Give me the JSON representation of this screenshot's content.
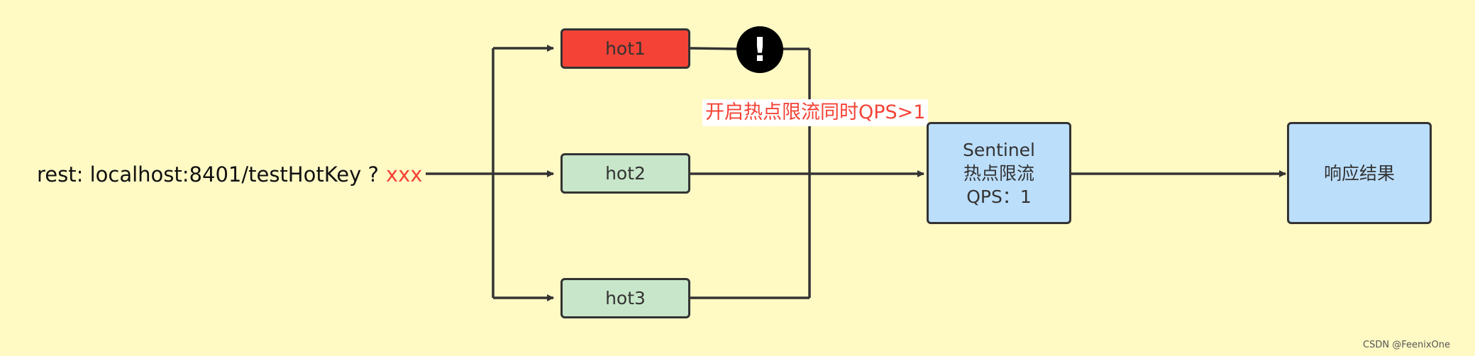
{
  "source": {
    "label": "rest: localhost:8401/testHotKey ?",
    "param": "xxx"
  },
  "hot_keys": [
    {
      "label": "hot1",
      "fill": "#f44336",
      "status": "blocked"
    },
    {
      "label": "hot2",
      "fill": "#c8e6c9"
    },
    {
      "label": "hot3",
      "fill": "#c8e6c9"
    }
  ],
  "condition": "开启热点限流同时QPS>1",
  "warning_icon": "exclamation-circle-icon",
  "sentinel": {
    "line1": "Sentinel",
    "line2": "热点限流",
    "line3": "QPS：1",
    "fill": "#bbdefb"
  },
  "result": {
    "label": "响应结果",
    "fill": "#bbdefb"
  },
  "watermark": "CSDN @FeenixOne",
  "colors": {
    "line": "#333333",
    "alert": "#f44336",
    "background": "#fff9c4"
  }
}
